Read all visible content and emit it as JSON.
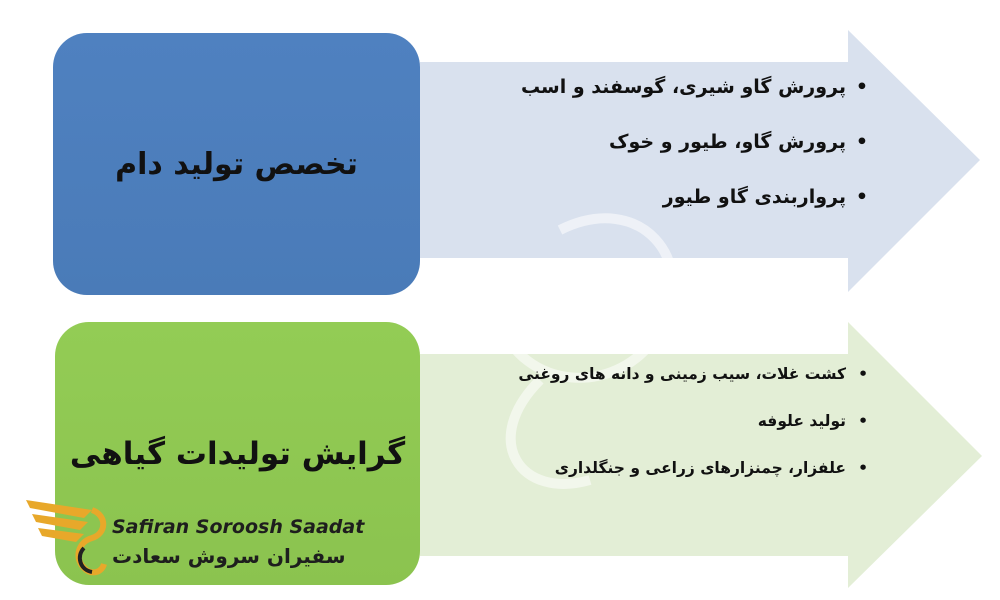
{
  "top_section": {
    "heading": "تخصص تولید دام",
    "items": [
      "پرورش گاو شیری، گوسفند و اسب",
      "پرورش گاو، طیور و خوک",
      "پرواربندی گاو طیور"
    ]
  },
  "bottom_section": {
    "heading": "گرایش تولیدات گیاهی",
    "items": [
      "کشت غلات، سیب زمینی و دانه های روغنی",
      "تولید علوفه",
      "علفزار، چمنزارهای زراعی و جنگلداری"
    ]
  },
  "logo": {
    "text_en": "Safiran Soroosh Saadat",
    "text_fa": "سفیران سروش سعادت"
  },
  "colors": {
    "top_box": "#4f81bd",
    "top_arrow": "#d9e1ee",
    "bottom_box": "#92d050",
    "bottom_arrow": "#e5efd8",
    "logo_gold": "#e8a82a"
  }
}
